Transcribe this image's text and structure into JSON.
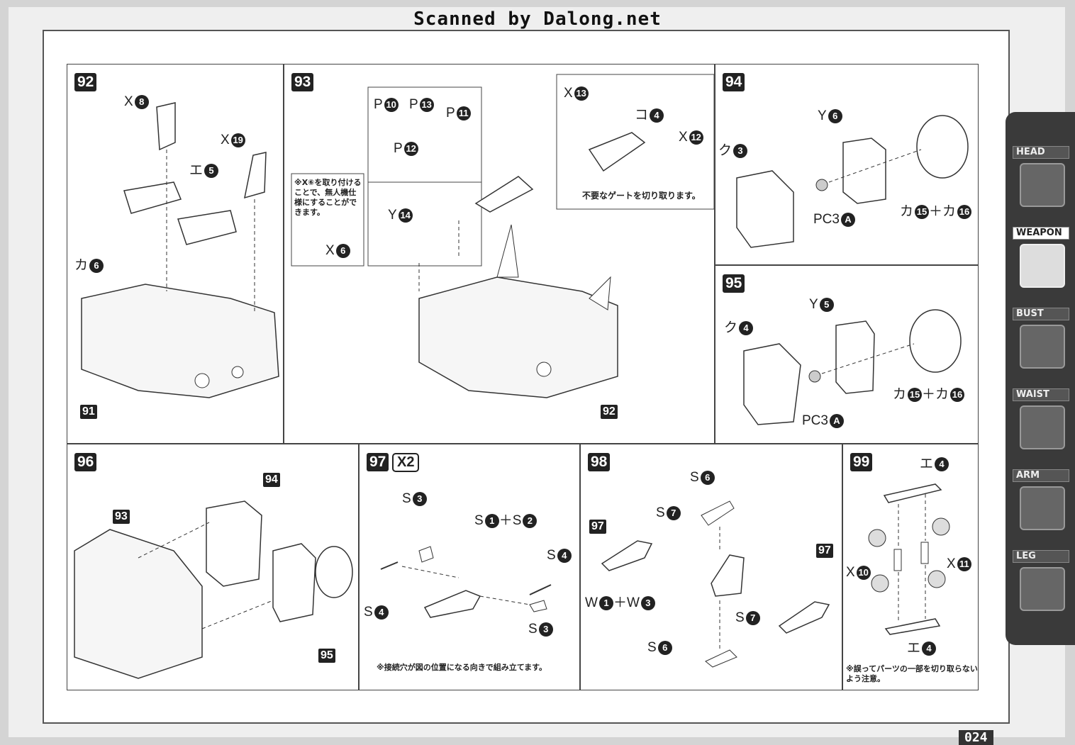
{
  "watermark": "Scanned by Dalong.net",
  "page_number": "024",
  "tabs": [
    {
      "label": "HEAD",
      "active": false
    },
    {
      "label": "WEAPON",
      "active": true
    },
    {
      "label": "BUST",
      "active": false
    },
    {
      "label": "WAIST",
      "active": false
    },
    {
      "label": "ARM",
      "active": false
    },
    {
      "label": "LEG",
      "active": false
    }
  ],
  "steps": {
    "s92": {
      "num": "92",
      "parts": [
        "X",
        "8",
        "X",
        "19",
        "エ",
        "5",
        "カ",
        "6"
      ],
      "ref": "91"
    },
    "s93": {
      "num": "93",
      "note": "※X⑥を取り付けることで、無人機仕様にすることができます。",
      "gate_note": "不要なゲートを切り取ります。",
      "ref": "92",
      "labels": [
        "P",
        "10",
        "P",
        "13",
        "P",
        "11",
        "P",
        "12",
        "X",
        "6",
        "Y",
        "14",
        "X",
        "13",
        "コ",
        "4",
        "X",
        "12"
      ]
    },
    "s94": {
      "num": "94",
      "labels": [
        "Y",
        "6",
        "ク",
        "3",
        "PC3",
        "A",
        "カ",
        "15",
        "＋カ",
        "16"
      ]
    },
    "s95": {
      "num": "95",
      "labels": [
        "Y",
        "5",
        "ク",
        "4",
        "PC3",
        "A",
        "カ",
        "15",
        "＋カ",
        "16"
      ]
    },
    "s96": {
      "num": "96",
      "refs": [
        "93",
        "94",
        "95"
      ]
    },
    "s97": {
      "num": "97",
      "multiplier": "X2",
      "note": "※接続穴が図の位置になる向きで組み立てます。",
      "labels": [
        "S",
        "3",
        "S",
        "1",
        "＋S",
        "2",
        "S",
        "4",
        "S",
        "4",
        "S",
        "3"
      ]
    },
    "s98": {
      "num": "98",
      "refs": [
        "97",
        "97"
      ],
      "labels": [
        "S",
        "6",
        "S",
        "7",
        "W",
        "1",
        "＋W",
        "3",
        "S",
        "7",
        "S",
        "6"
      ]
    },
    "s99": {
      "num": "99",
      "note": "※誤ってパーツの一部を切り取らないよう注意。",
      "labels": [
        "エ",
        "4",
        "X",
        "10",
        "X",
        "11",
        "エ",
        "4"
      ]
    }
  }
}
